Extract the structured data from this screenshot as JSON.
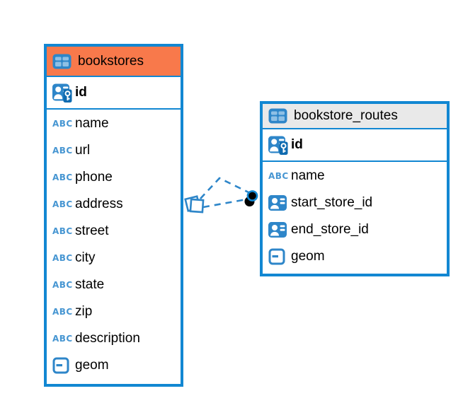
{
  "canvas": {
    "background": "#ffffff",
    "accent_blue": "#1287d2",
    "icon_blue": "#2e86c9",
    "selected_header_orange": "#f8794b",
    "header_gray": "#e9e9e9"
  },
  "icons": {
    "text_label": "ABC",
    "table_icon": "table-icon",
    "primary_key_icon": "primary-key-icon",
    "reference_icon": "reference-icon",
    "geometry_icon": "geometry-icon"
  },
  "tables": {
    "bookstores": {
      "title": "bookstores",
      "header_color": "#f8794b",
      "primary_key": {
        "name": "id",
        "icon": "primary-key-icon"
      },
      "columns": [
        {
          "name": "name",
          "icon": "text-icon"
        },
        {
          "name": "url",
          "icon": "text-icon"
        },
        {
          "name": "phone",
          "icon": "text-icon"
        },
        {
          "name": "address",
          "icon": "text-icon"
        },
        {
          "name": "street",
          "icon": "text-icon"
        },
        {
          "name": "city",
          "icon": "text-icon"
        },
        {
          "name": "state",
          "icon": "text-icon"
        },
        {
          "name": "zip",
          "icon": "text-icon"
        },
        {
          "name": "description",
          "icon": "text-icon"
        },
        {
          "name": "geom",
          "icon": "geometry-icon"
        }
      ]
    },
    "bookstore_routes": {
      "title": "bookstore_routes",
      "header_color": "#e9e9e9",
      "primary_key": {
        "name": "id",
        "icon": "primary-key-icon"
      },
      "columns": [
        {
          "name": "name",
          "icon": "text-icon"
        },
        {
          "name": "start_store_id",
          "icon": "reference-icon"
        },
        {
          "name": "end_store_id",
          "icon": "reference-icon"
        },
        {
          "name": "geom",
          "icon": "geometry-icon"
        }
      ]
    }
  },
  "relationships": [
    {
      "from": "bookstores",
      "to": "bookstore_routes",
      "path": "upper",
      "line_style": "dashed",
      "start_marker": "diamond",
      "end_marker": "dot",
      "color": "#2e86c9"
    },
    {
      "from": "bookstores",
      "to": "bookstore_routes",
      "path": "lower",
      "line_style": "dashed",
      "start_marker": "diamond",
      "end_marker": "dot",
      "color": "#2e86c9"
    }
  ]
}
